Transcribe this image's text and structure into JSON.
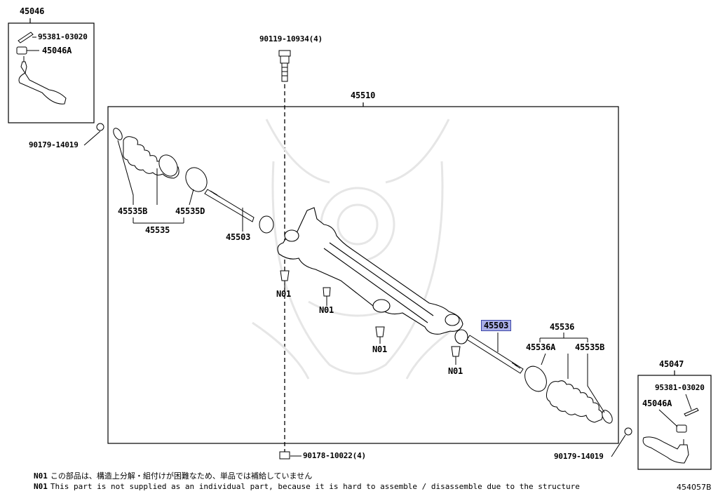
{
  "labels": {
    "tie_end_lh_group": "45046",
    "cotter_pin_lh": "95381-03020",
    "nut_lh": "45046A",
    "clip_lh": "90179-14019",
    "bolt_top": "90119-10934(4)",
    "rack_assy": "45510",
    "boot_clamp_b": "45535B",
    "boot_clamp_d": "45535D",
    "boot_set_lh": "45535",
    "tie_rod_lh": "45503",
    "n01_a": "N01",
    "n01_b": "N01",
    "n01_c": "N01",
    "n01_d": "N01",
    "tie_rod_rh": "45503",
    "boot_set_rh": "45536",
    "boot_clamp_a_rh": "45536A",
    "boot_clamp_b_rh": "45535B",
    "tie_end_rh_group": "45047",
    "cotter_pin_rh": "95381-03020",
    "nut_rh": "45046A",
    "clip_rh": "90179-14019",
    "bolt_bottom": "90178-10022(4)"
  },
  "notes": [
    {
      "code": "N01",
      "text": "この部品は、構造上分解・組付けが困難なため、単品では補給していません"
    },
    {
      "code": "N01",
      "text": "This part is not supplied as an individual part, because it is hard to assemble / disassemble due to the structure"
    }
  ],
  "diagram_ref": "454057B",
  "highlight_color": "#a9aee6"
}
